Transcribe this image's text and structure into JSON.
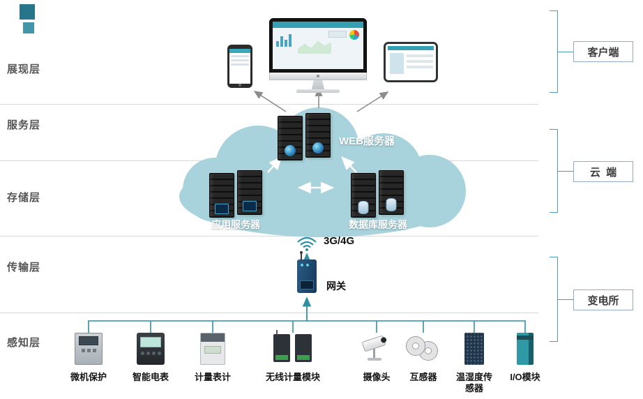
{
  "colors": {
    "accent": "#2e8fa3",
    "cloud": "#a8d3dc",
    "bracket_line": "#4f9db2",
    "divider": "#d8d8d8"
  },
  "layers": [
    {
      "label": "展现层"
    },
    {
      "label": "服务层"
    },
    {
      "label": "存储层"
    },
    {
      "label": "传输层"
    },
    {
      "label": "感知层"
    }
  ],
  "brackets": {
    "client": "客户端",
    "cloud": "云  端",
    "substation": "变电所"
  },
  "cloud": {
    "web_server": "WEB服务器",
    "app_server": "应用服务器",
    "db_server": "数据库服务器"
  },
  "network": {
    "cellular": "3G/4G",
    "gateway": "网关"
  },
  "devices": [
    {
      "label": "微机保护"
    },
    {
      "label": "智能电表"
    },
    {
      "label": "计量表计"
    },
    {
      "label": "无线计量模块"
    },
    {
      "label": "摄像头"
    },
    {
      "label": "互感器"
    },
    {
      "label": "温湿度传感器"
    },
    {
      "label": "I/O模块"
    }
  ]
}
